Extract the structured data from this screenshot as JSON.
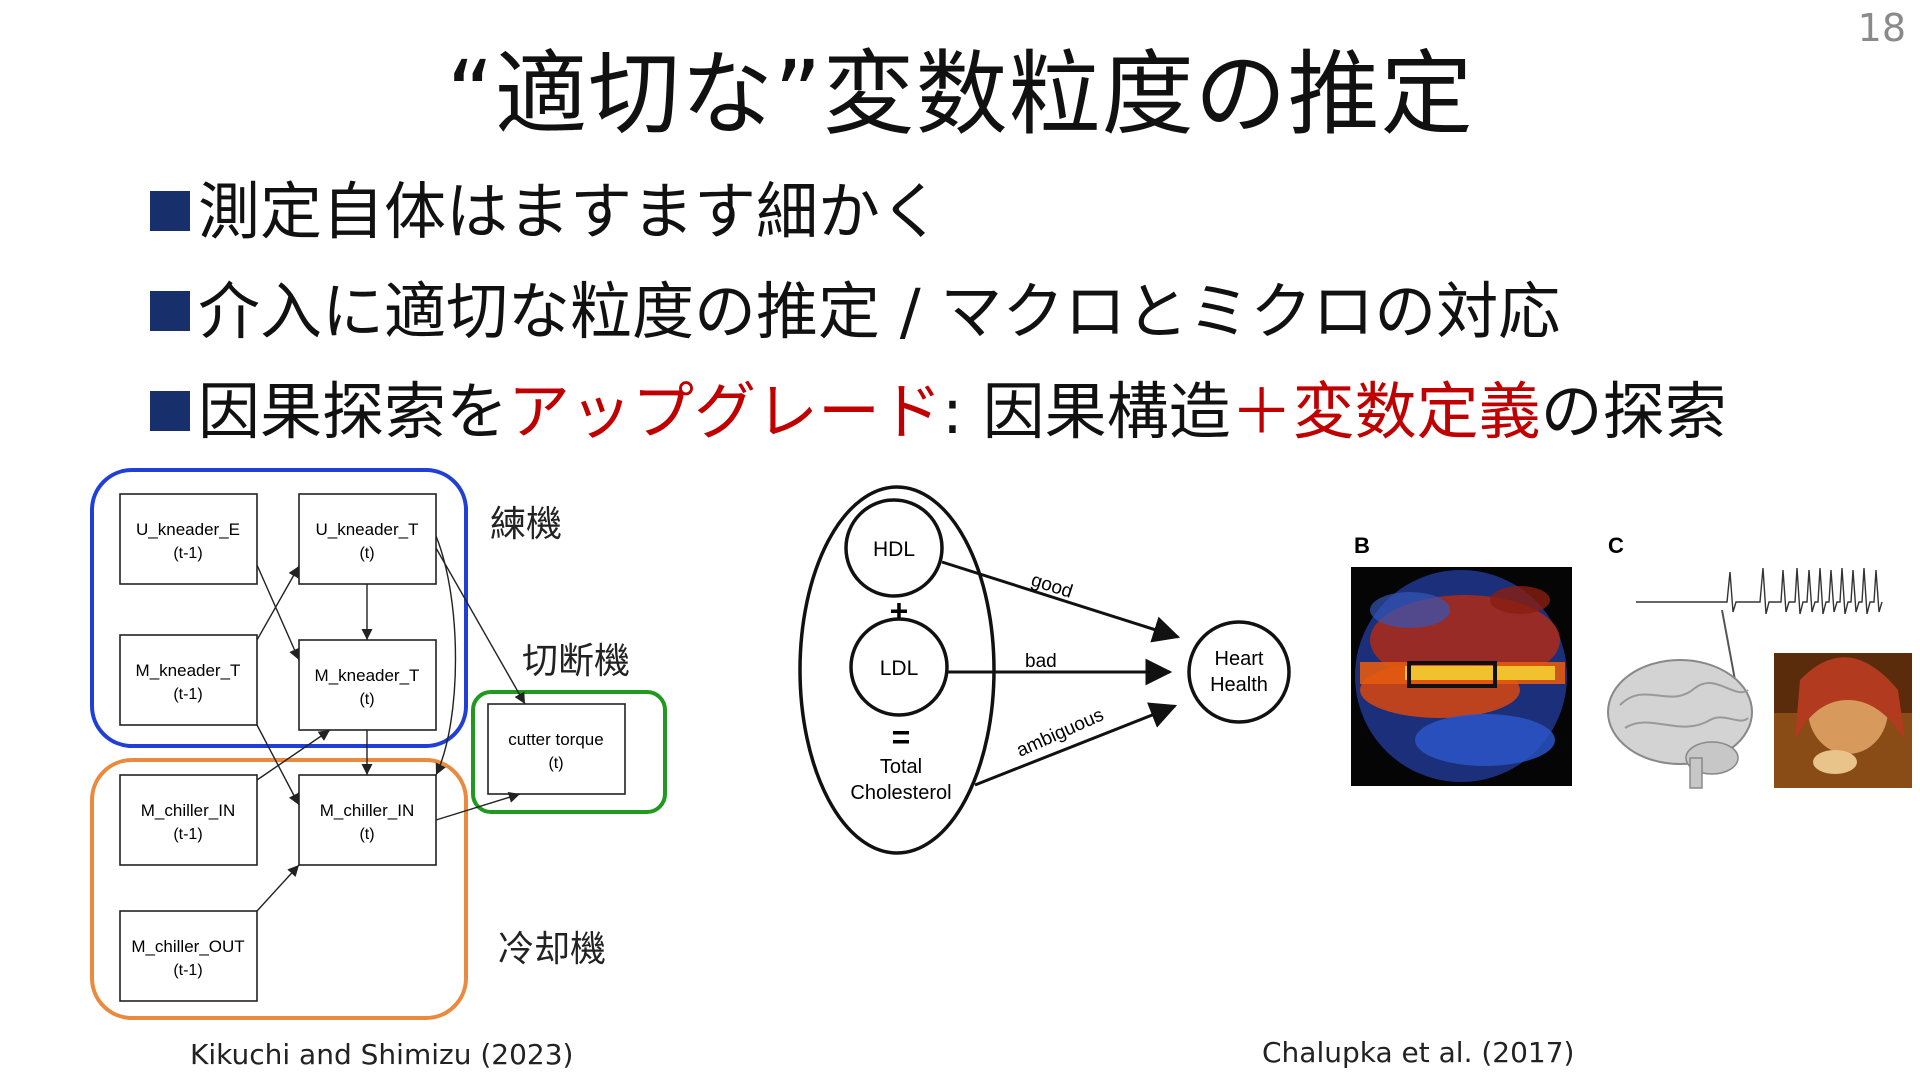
{
  "page_number": "18",
  "title": "“適切な”変数粒度の推定",
  "bullets": {
    "b1": "測定自体はますます細かく",
    "b2": "介入に適切な粒度の推定 / マクロとミクロの対応",
    "b3_a": "因果探索を",
    "b3_b": "アップグレード",
    "b3_c": ": 因果構造",
    "b3_d": "＋変数定義",
    "b3_e": "の探索"
  },
  "left_figure": {
    "groups": {
      "kneader": "練機",
      "cutter": "切断機",
      "chiller": "冷却機"
    },
    "nodes": {
      "u_kneader_e": {
        "name": "U_kneader_E",
        "time": "(t-1)"
      },
      "u_kneader_t": {
        "name": "U_kneader_T",
        "time": "(t)"
      },
      "m_kneader_t_prev": {
        "name": "M_kneader_T",
        "time": "(t-1)"
      },
      "m_kneader_t_now": {
        "name": "M_kneader_T",
        "time": "(t)"
      },
      "cutter_torque": {
        "name": "cutter torque",
        "time": "(t)"
      },
      "m_chiller_in_prev": {
        "name": "M_chiller_IN",
        "time": "(t-1)"
      },
      "m_chiller_in_now": {
        "name": "M_chiller_IN",
        "time": "(t)"
      },
      "m_chiller_out_prev": {
        "name": "M_chiller_OUT",
        "time": "(t-1)"
      }
    },
    "caption": "Kikuchi and Shimizu (2023)"
  },
  "right_figure": {
    "nodes": {
      "hdl": "HDL",
      "plus": "+",
      "ldl": "LDL",
      "equals": "=",
      "total_1": "Total",
      "total_2": "Cholesterol",
      "heart_1": "Heart",
      "heart_2": "Health"
    },
    "edges": {
      "good": "good",
      "bad": "bad",
      "ambiguous": "ambiguous"
    },
    "panel_b": "B",
    "panel_c": "C",
    "caption": "Chalupka et al. (2017)"
  },
  "colors": {
    "accent_red": "#c00000",
    "bullet_marker": "#17306b",
    "kneader_box": "#1f3fd6",
    "cutter_box": "#1f9a1f",
    "chiller_box": "#ea8a3e"
  }
}
